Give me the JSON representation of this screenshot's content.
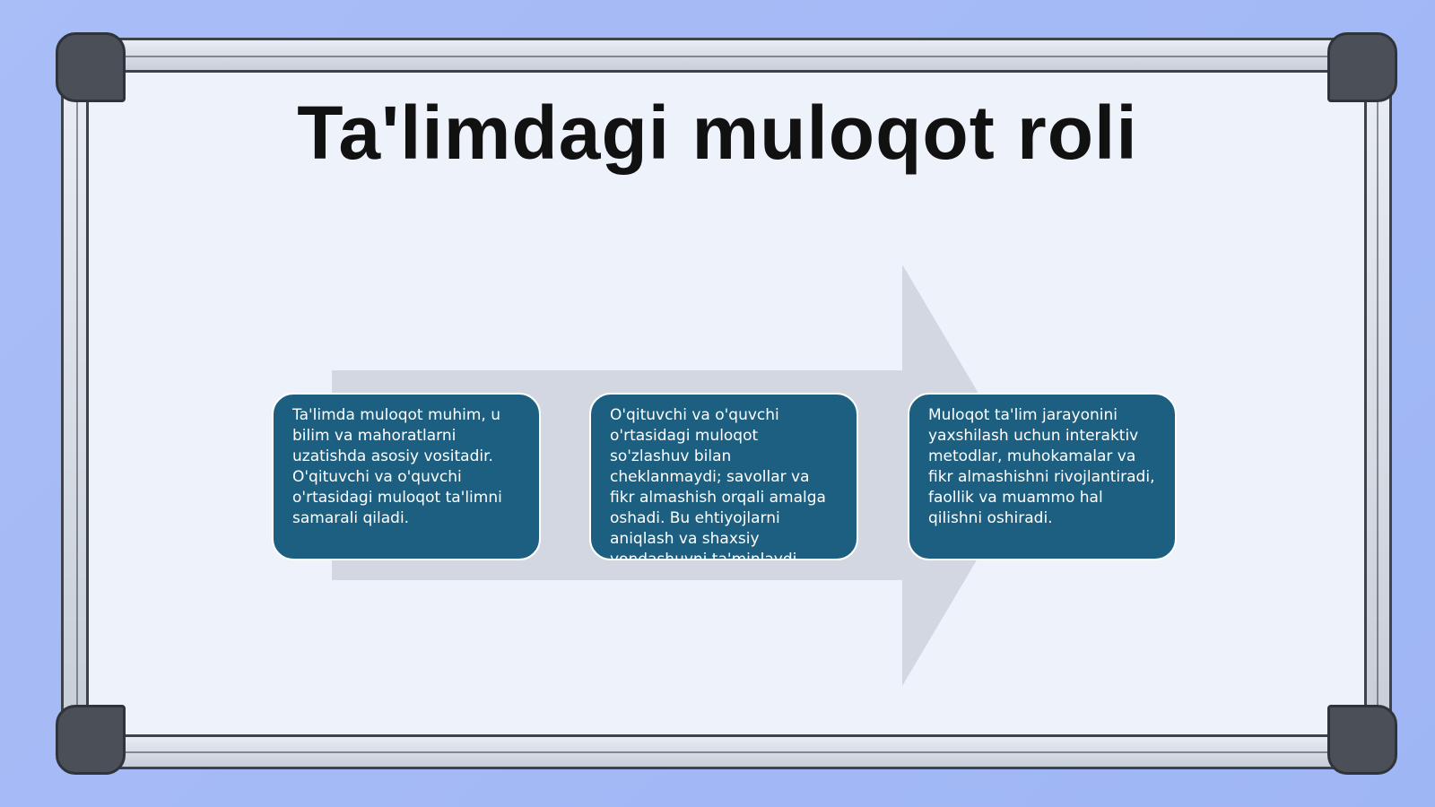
{
  "slide": {
    "title": "Ta'limdagi muloqot roli",
    "boxes": [
      {
        "text": "Ta'limda muloqot muhim, u bilim va mahoratlarni uzatishda asosiy vositadir. O'qituvchi va o'quvchi o'rtasidagi muloqot ta'limni samarali qiladi."
      },
      {
        "text": "O'qituvchi va o'quvchi o'rtasidagi muloqot so'zlashuv bilan cheklanmaydi; savollar va fikr almashish orqali amalga oshadi. Bu ehtiyojlarni aniqlash va shaxsiy yondashuvni ta'minlaydi."
      },
      {
        "text": "Muloqot ta'lim jarayonini yaxshilash uchun interaktiv metodlar, muhokamalar va fikr almashishni rivojlantiradi, faollik va muammo hal qilishni oshiradi."
      }
    ]
  },
  "colors": {
    "background": "#a9bdf7",
    "board": "#eef2fb",
    "box": "#1d5f80",
    "arrow": "#cdd2dc"
  }
}
